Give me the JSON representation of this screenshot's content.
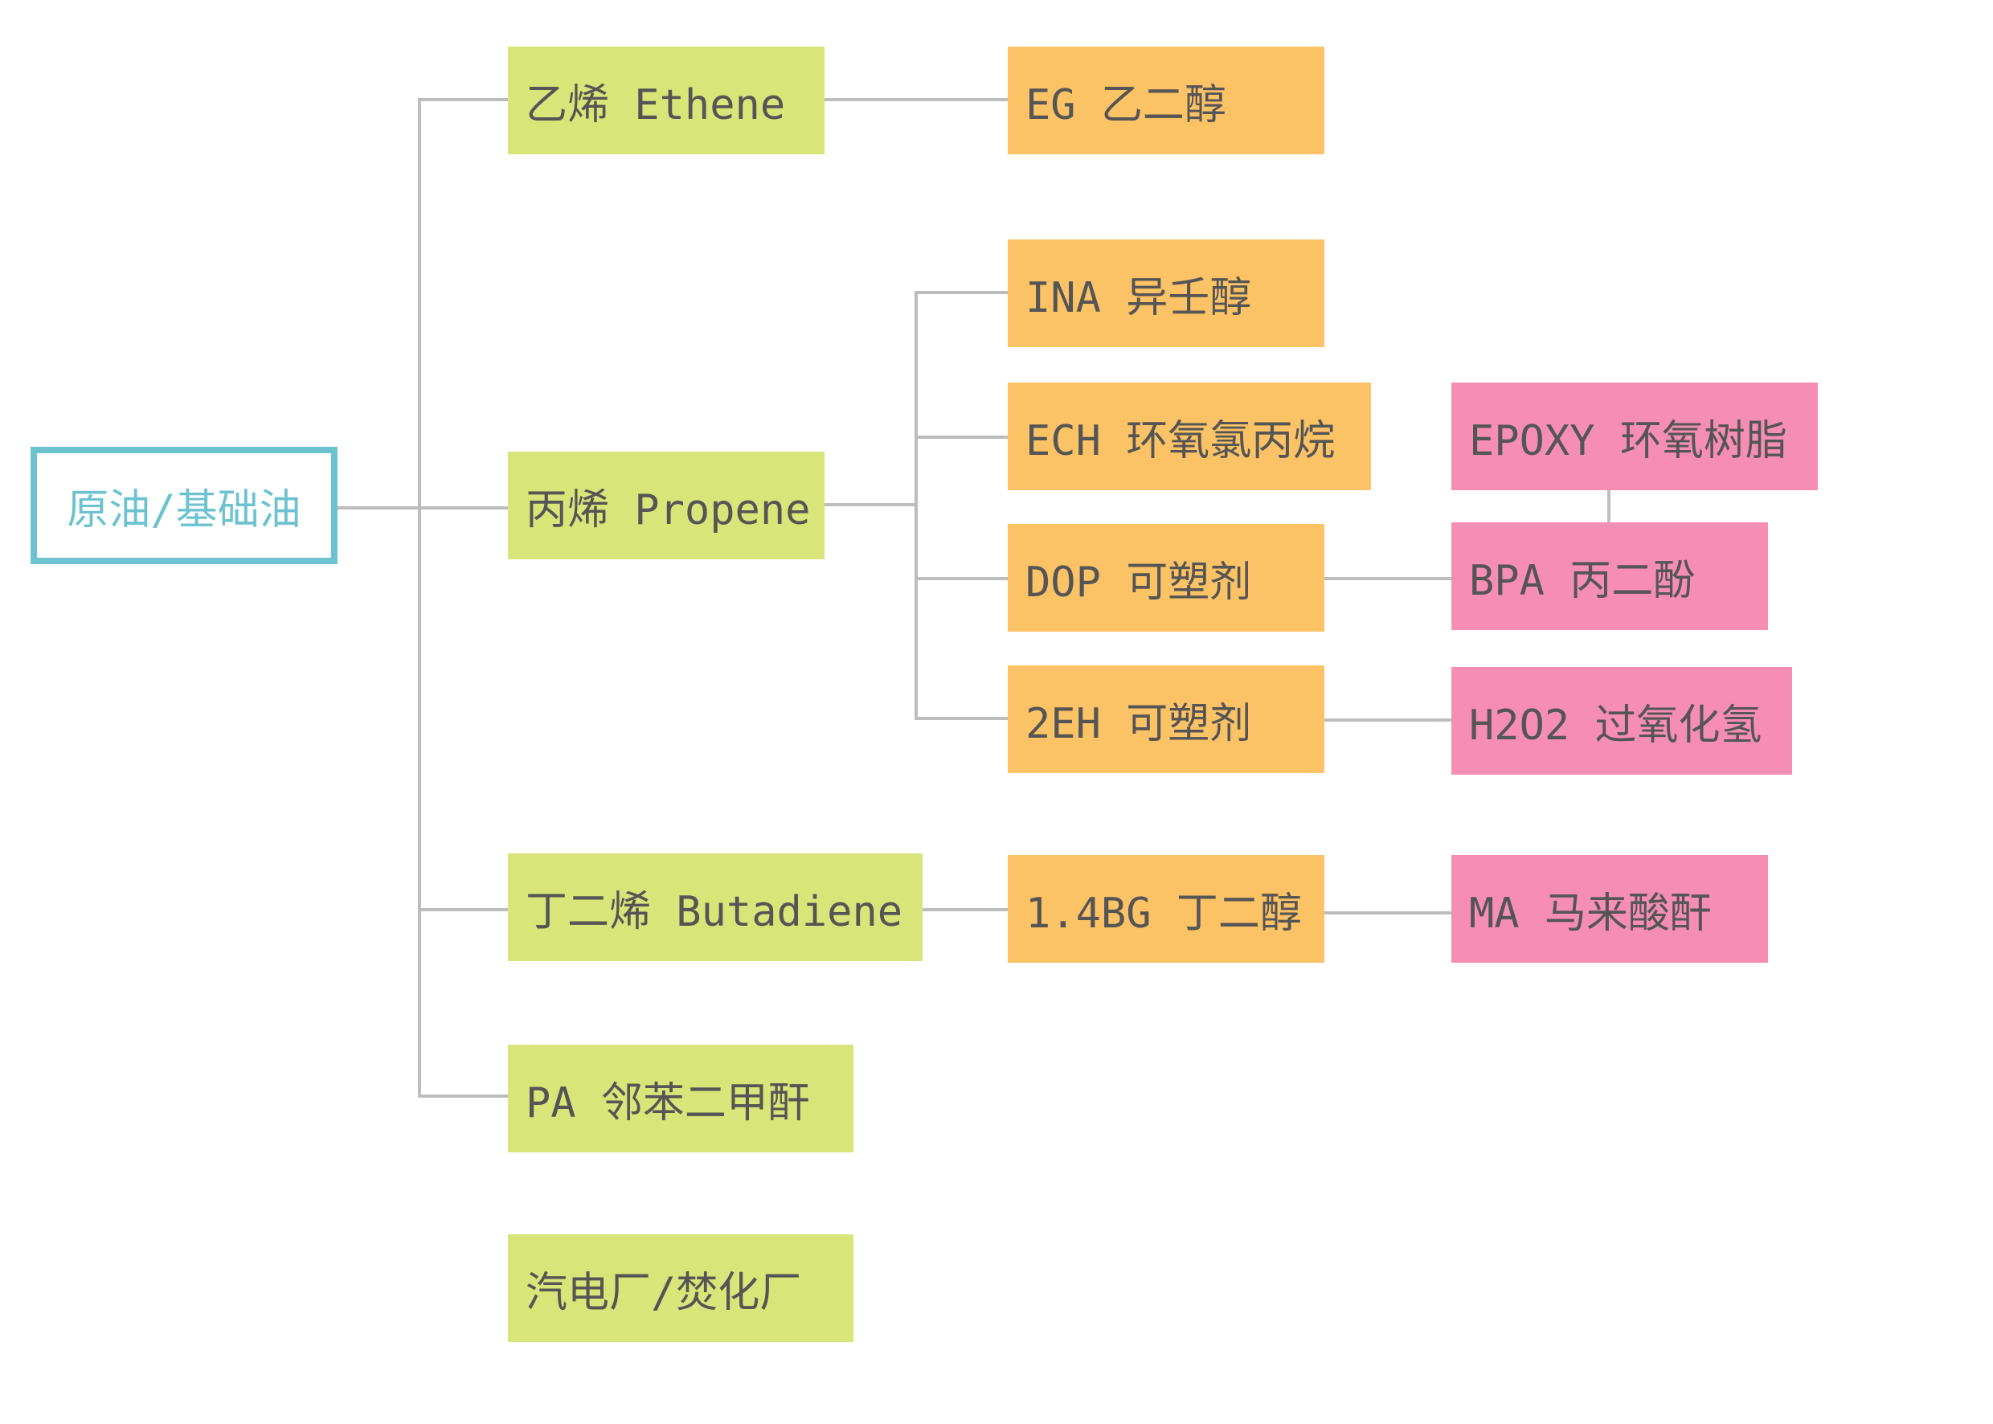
{
  "root": {
    "label": "原油/基础油"
  },
  "level1": [
    {
      "id": "ethene",
      "label": "乙烯 Ethene"
    },
    {
      "id": "propene",
      "label": "丙烯 Propene"
    },
    {
      "id": "butadiene",
      "label": "丁二烯 Butadiene"
    },
    {
      "id": "pa",
      "label": "PA 邻苯二甲酐"
    },
    {
      "id": "power",
      "label": "汽电厂/焚化厂"
    }
  ],
  "level2": [
    {
      "id": "eg",
      "label": "EG 乙二醇",
      "parent": "ethene"
    },
    {
      "id": "ina",
      "label": "INA 异壬醇",
      "parent": "propene"
    },
    {
      "id": "ech",
      "label": "ECH 环氧氯丙烷",
      "parent": "propene"
    },
    {
      "id": "dop",
      "label": "DOP 可塑剂",
      "parent": "propene"
    },
    {
      "id": "2eh",
      "label": "2EH 可塑剂",
      "parent": "propene"
    },
    {
      "id": "14bg",
      "label": "1.4BG 丁二醇",
      "parent": "butadiene"
    }
  ],
  "level3": [
    {
      "id": "epoxy",
      "label": "EPOXY 环氧树脂"
    },
    {
      "id": "bpa",
      "label": "BPA 丙二酚",
      "parent": "dop"
    },
    {
      "id": "h2o2",
      "label": "H2O2 过氧化氢",
      "parent": "2eh"
    },
    {
      "id": "ma",
      "label": "MA 马来酸酐",
      "parent": "14bg"
    }
  ],
  "colors": {
    "root": "#6cc3cf",
    "level1": "#d8e579",
    "level2": "#fbc266",
    "level3": "#f68eb3",
    "connector": "#bdbdbd",
    "text": "#555555"
  }
}
